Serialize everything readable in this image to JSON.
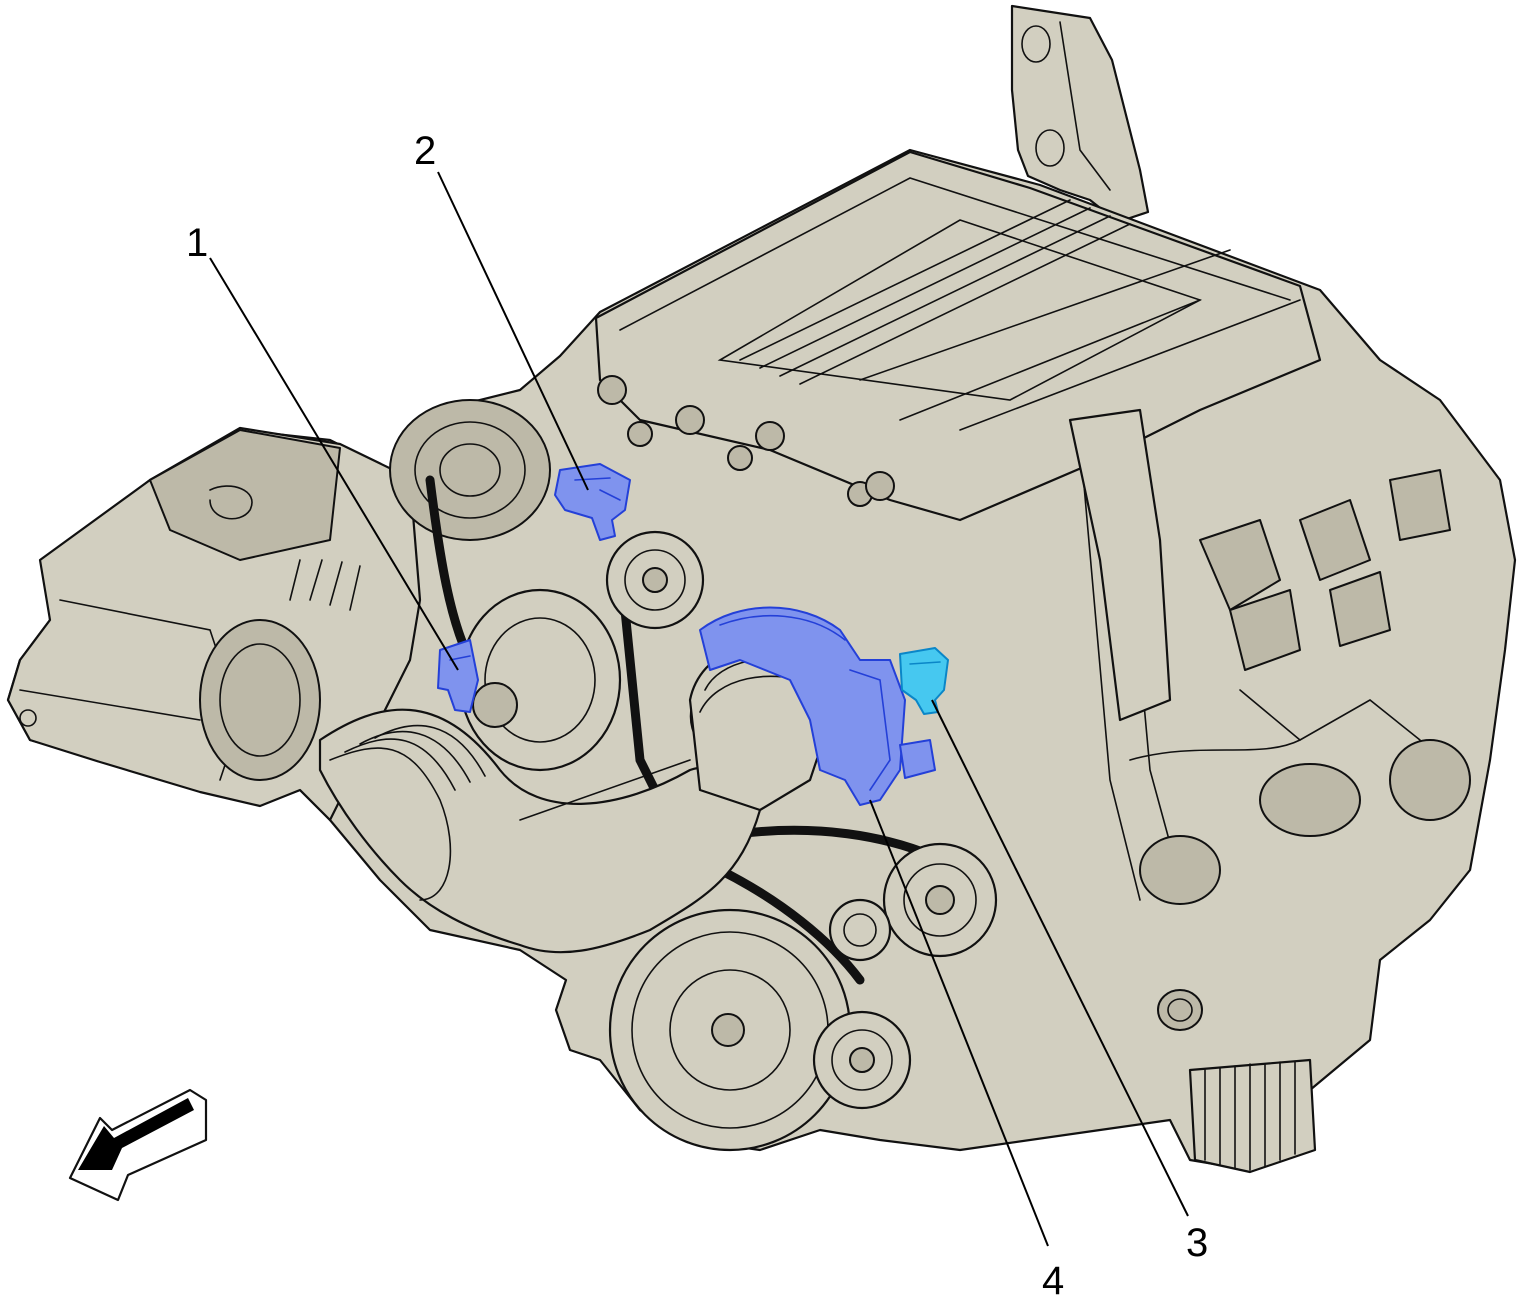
{
  "callouts": [
    {
      "label": "1"
    },
    {
      "label": "2"
    },
    {
      "label": "3"
    },
    {
      "label": "4"
    }
  ],
  "colors": {
    "engine_fill": "#d2cfc0",
    "highlight_blue": "#7f93ee",
    "highlight_cyan": "#46c8f0",
    "outline": "#111111"
  }
}
